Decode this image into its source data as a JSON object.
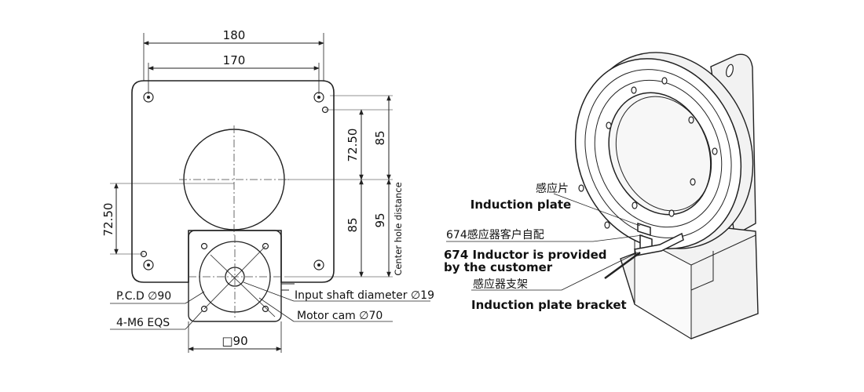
{
  "front_view": {
    "dims": {
      "width_outer": "180",
      "width_inner": "170",
      "left_height": "72.50",
      "right_upper": "72.50",
      "right_lower": "85",
      "total_upper": "85",
      "total_lower": "95",
      "motor_square": "□90"
    },
    "center_hole_distance": "Center hole distance",
    "labels": {
      "pcd": "P.C.D ∅90",
      "mount": "4-M6 EQS",
      "input_shaft": "Input shaft diameter ∅19",
      "motor_cam": "Motor cam ∅70"
    }
  },
  "iso_view": {
    "callouts": {
      "plate_cn": "感应片",
      "plate_en": "Induction plate",
      "inductor_cn": "674感应器客户自配",
      "inductor_en_1": "674 Inductor is provided",
      "inductor_en_2": "by the customer",
      "bracket_cn": "感应器支架",
      "bracket_en": "Induction plate bracket"
    }
  }
}
